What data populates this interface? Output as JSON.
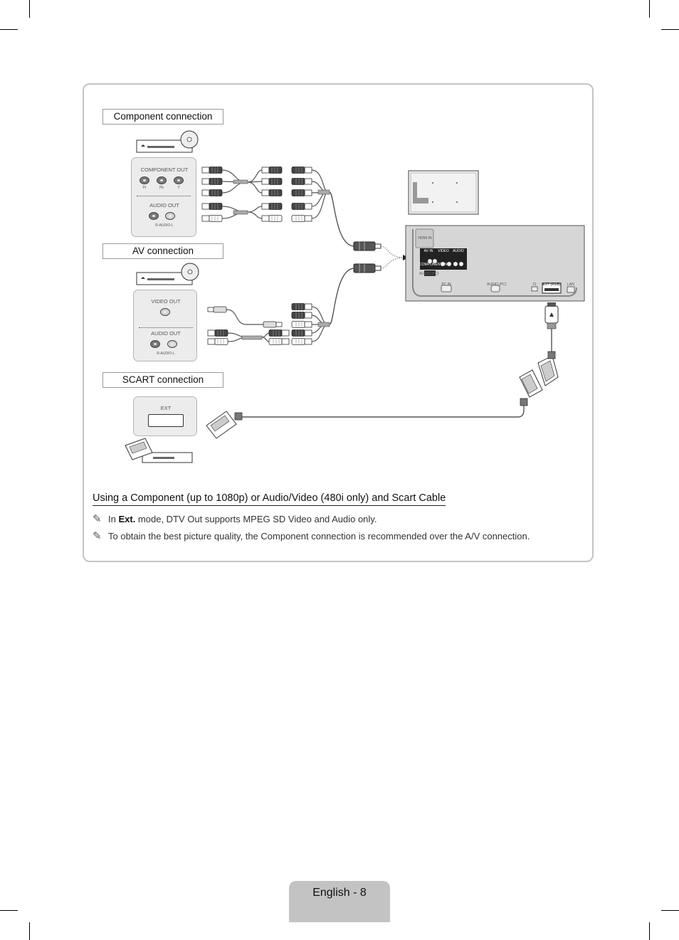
{
  "sections": {
    "component": "Component connection",
    "av": "AV connection",
    "scart": "SCART connection"
  },
  "component_panel": {
    "title": "COMPONENT OUT",
    "jack_labels": [
      "Pr",
      "Pb",
      "Y"
    ],
    "audio_title": "AUDIO OUT",
    "audio_sub": "R-AUDIO-L"
  },
  "av_panel": {
    "title": "VIDEO OUT",
    "audio_title": "AUDIO OUT",
    "audio_sub": "R-AUDIO-L"
  },
  "scart_panel": {
    "title": "EXT"
  },
  "tv_panel": {
    "hdmi": "HDMI IN",
    "av_in": "AV IN",
    "video": "VIDEO",
    "audio": "AUDIO",
    "component_in": "COMPONENT IN",
    "pc_in": "PC IN",
    "audio_pc": "AUDIO (PC)",
    "ci": "CI",
    "ext_rgb": "EXT (RGB)",
    "lan": "LAN"
  },
  "text": {
    "heading": "Using a Component (up to 1080p) or Audio/Video (480i only) and Scart Cable",
    "note1_pre": "In ",
    "note1_bold": "Ext.",
    "note1_post": " mode, DTV Out supports MPEG SD Video and Audio only.",
    "note2": "To obtain the best picture quality, the Component connection is recommended over the A/V connection.",
    "note_icon": "pencil-note-icon"
  },
  "footer": {
    "page_label": "English - 8"
  }
}
